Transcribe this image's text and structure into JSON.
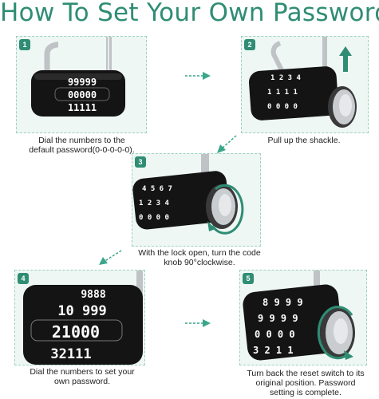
{
  "title": "How To Set Your Own Password",
  "steps": [
    {
      "number": "1",
      "caption_lines": [
        "Dial the numbers to the",
        "default password(0-0-0-0-0)."
      ]
    },
    {
      "number": "2",
      "caption_lines": [
        "Pull up the shackle."
      ]
    },
    {
      "number": "3",
      "caption_lines": [
        "With the lock open, turn the code",
        "knob 90°clockwise."
      ]
    },
    {
      "number": "4",
      "caption_lines": [
        "Dial the numbers to set your",
        "own password."
      ]
    },
    {
      "number": "5",
      "caption_lines": [
        "Turn back the reset switch to its",
        "original position. Password",
        "setting is complete."
      ]
    }
  ],
  "wheels": {
    "step1": {
      "top": "99999",
      "mid": "00000",
      "bot": "11111"
    },
    "step4": {
      "r1": "9888",
      "r2": "10 999",
      "r3": "21000",
      "r4": "32111"
    }
  },
  "colors": {
    "accent": "#2f8d74",
    "panel_bg": "#eef7f4",
    "lock_body": "#141414"
  },
  "icons": [
    "lock-image",
    "arrow-right-icon",
    "arrow-up-icon",
    "rotate-clockwise-icon",
    "arrow-diagonal-icon"
  ]
}
